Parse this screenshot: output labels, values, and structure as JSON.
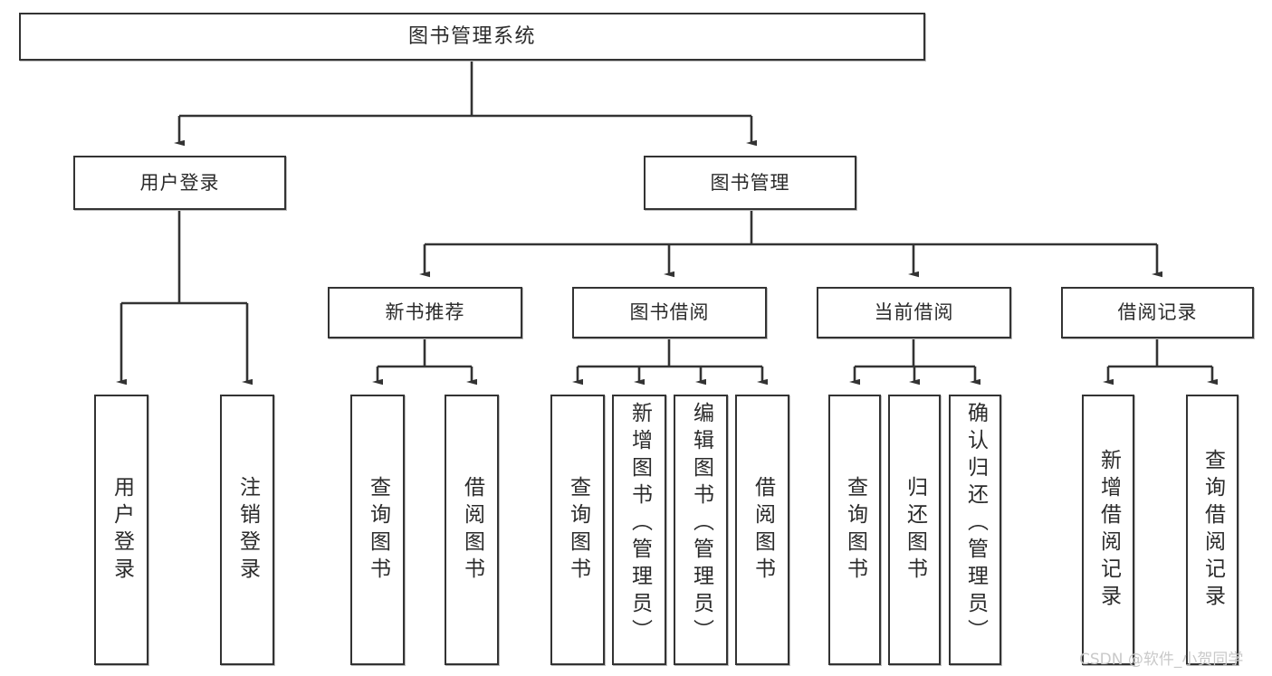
{
  "diagram": {
    "title": "图书管理系统",
    "type": "tree",
    "orientation": "top-down",
    "style": {
      "box_fill": "#ffffff",
      "box_stroke": "#333333",
      "edge_color": "#333333",
      "text_color": "#2b2b2b",
      "background": "#ffffff",
      "watermark_color": "#c9c9c9"
    },
    "root": {
      "label": "图书管理系统"
    },
    "level1": [
      {
        "label": "用户登录"
      },
      {
        "label": "图书管理"
      }
    ],
    "level2": [
      {
        "label": "新书推荐"
      },
      {
        "label": "图书借阅"
      },
      {
        "label": "当前借阅"
      },
      {
        "label": "借阅记录"
      }
    ],
    "leaves": {
      "user_login": [
        {
          "label": "用户登录"
        },
        {
          "label": "注销登录"
        }
      ],
      "new_book_recommend": [
        {
          "label": "查询图书"
        },
        {
          "label": "借阅图书"
        }
      ],
      "book_borrow": [
        {
          "label": "查询图书"
        },
        {
          "label": "新增图书（管理员）"
        },
        {
          "label": "编辑图书（管理员）"
        },
        {
          "label": "借阅图书"
        }
      ],
      "current_borrow": [
        {
          "label": "查询图书"
        },
        {
          "label": "归还图书"
        },
        {
          "label": "确认归还（管理员）"
        }
      ],
      "borrow_record": [
        {
          "label": "新增借阅记录"
        },
        {
          "label": "查询借阅记录"
        }
      ]
    }
  },
  "watermark": {
    "text": "CSDN @软件_小贺同学"
  }
}
